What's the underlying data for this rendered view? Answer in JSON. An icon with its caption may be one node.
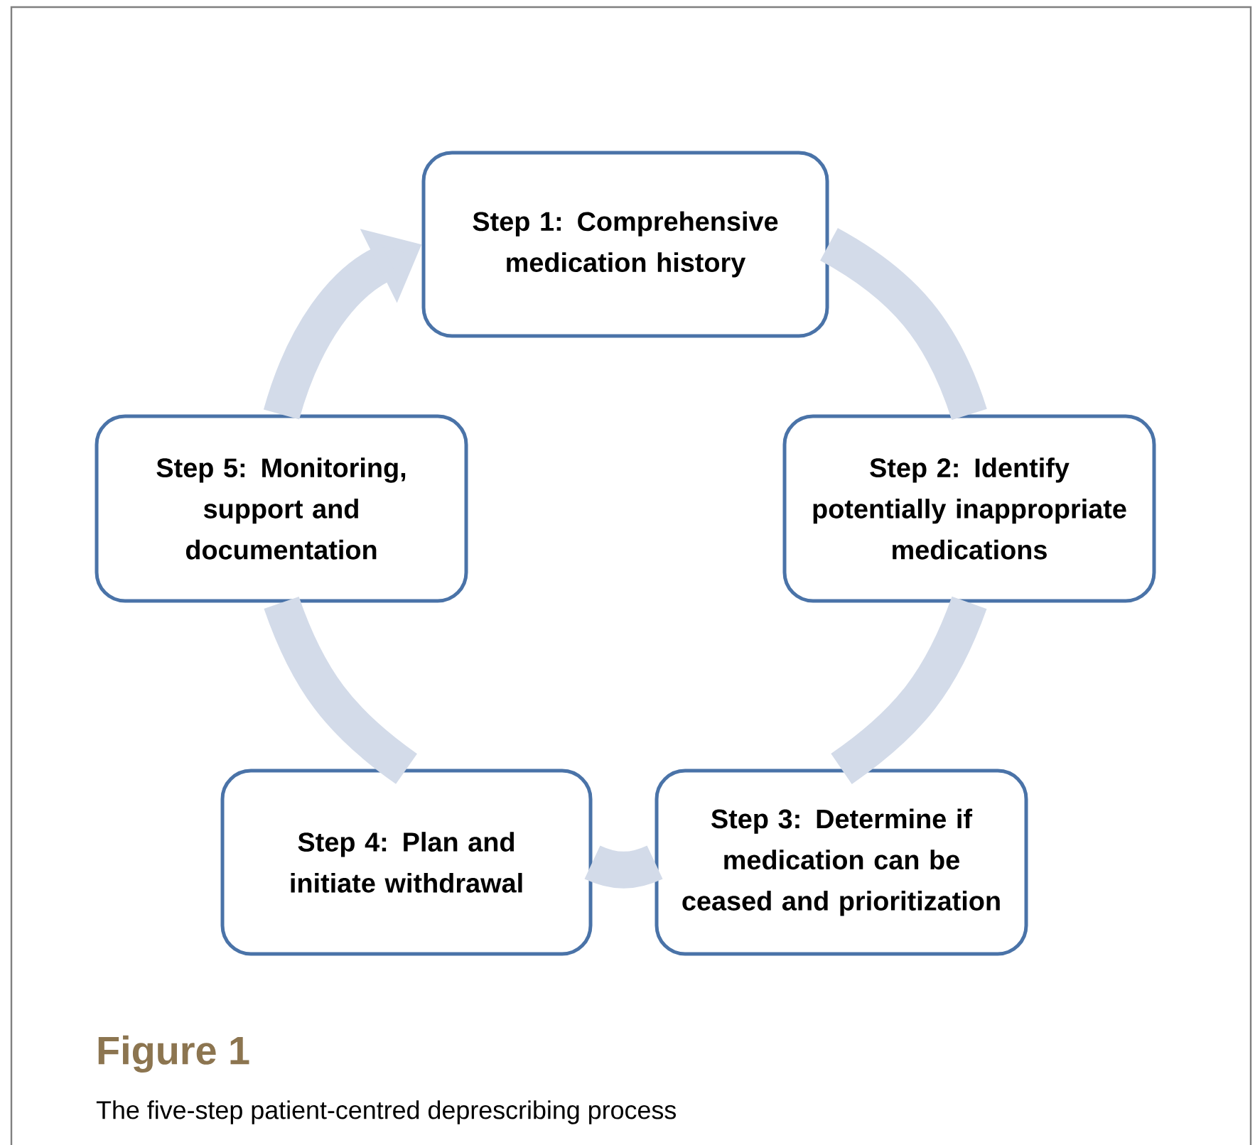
{
  "diagram": {
    "title": "Figure 1",
    "caption": "The five-step patient-centred deprescribing process",
    "nodes": [
      {
        "text": [
          "Step 1: Comprehensive medication history"
        ]
      },
      {
        "text": [
          "Step 2: Identify potentially inappropriate medications"
        ]
      },
      {
        "text": [
          "Step 3: Determine if medication can be ceased and prioritization"
        ]
      },
      {
        "text": [
          "Step 4: Plan and initiate withdrawal"
        ]
      },
      {
        "text": [
          "Step 5: Monitoring, support and documentation"
        ]
      }
    ],
    "edges": [
      {
        "from": 0,
        "to": 1,
        "arrow": "none"
      },
      {
        "from": 1,
        "to": 2,
        "arrow": "none"
      },
      {
        "from": 2,
        "to": 3,
        "arrow": "none"
      },
      {
        "from": 3,
        "to": 4,
        "arrow": "none"
      },
      {
        "from": 4,
        "to": 0,
        "arrow": "to"
      }
    ]
  }
}
